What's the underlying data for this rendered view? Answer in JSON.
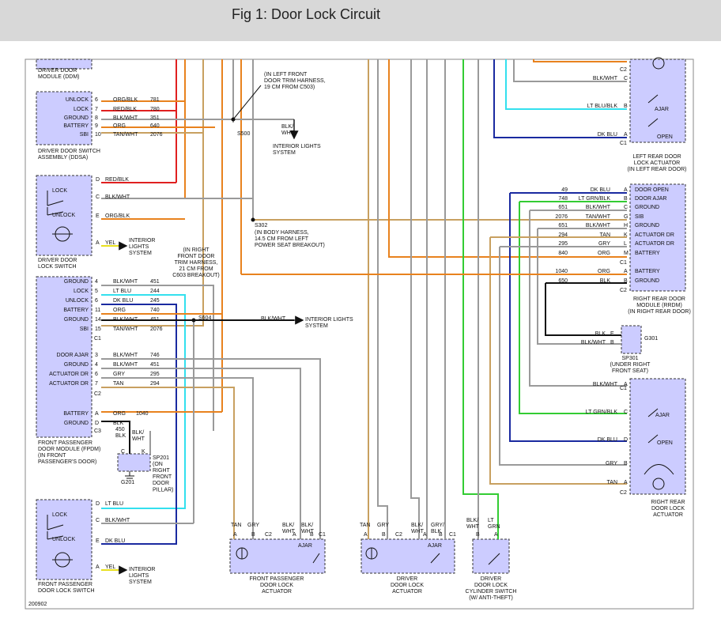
{
  "header": {
    "title": "Fig 1: Door Lock Circuit"
  },
  "footer": {
    "code": "200902"
  },
  "colors": {
    "background": "#ffffff",
    "header_bg": "#d8d8d8",
    "component_fill": "#ccccff",
    "wire_orange": "#e8821e",
    "wire_red": "#e02020",
    "wire_tan": "#c8a060",
    "wire_ltblue": "#33e0ee",
    "wire_dkblue": "#1a2aa0",
    "wire_ltgreen": "#33cc33",
    "wire_black": "#111111",
    "wire_gray": "#9a9a9a",
    "wire_yellow": "#e8e020"
  },
  "ddm": {
    "title": "DRIVER DOOR\nMODULE (DDM)"
  },
  "ddsa": {
    "title": "DRIVER DOOR SWITCH\nASSEMBLY (DDSA)",
    "pins": [
      {
        "name": "UNLOCK",
        "pin": "6",
        "color": "ORG/BLK",
        "circuit": "781"
      },
      {
        "name": "LOCK",
        "pin": "7",
        "color": "RED/BLK",
        "circuit": "780"
      },
      {
        "name": "GROUND",
        "pin": "8",
        "color": "BLK/WHT",
        "circuit": "351"
      },
      {
        "name": "BATTERY",
        "pin": "9",
        "color": "ORG",
        "circuit": "640"
      },
      {
        "name": "SBI",
        "pin": "10",
        "color": "TAN/WHT",
        "circuit": "2076"
      }
    ]
  },
  "dls": {
    "title": "DRIVER DOOR\nLOCK SWITCH",
    "labels": [
      "LOCK",
      "UNLOCK"
    ],
    "pins": [
      {
        "pin": "D",
        "color": "RED/BLK"
      },
      {
        "pin": "C",
        "color": "BLK/WHT"
      },
      {
        "pin": "E",
        "color": "ORG/BLK"
      },
      {
        "pin": "A",
        "color": "YEL"
      }
    ],
    "interior": "INTERIOR\nLIGHTS\nSYSTEM"
  },
  "splices": {
    "s500": {
      "label": "S500",
      "note": "(IN LEFT FRONT\nDOOR TRIM HARNESS,\n19 CM FROM C503)"
    },
    "s302": {
      "label": "S302",
      "note": "(IN BODY HARNESS,\n14.5 CM FROM LEFT\nPOWER SEAT BREAKOUT)"
    },
    "s604": {
      "label": "S604",
      "note": "(IN RIGHT\nFRONT DOOR\nTRIM HARNESS,\n21 CM FROM\nC603 BREAKOUT)"
    },
    "top_interior": {
      "wire": "BLK/\nWHT",
      "label": "INTERIOR LIGHTS\nSYSTEM"
    },
    "mid_interior": {
      "wire": "BLK/WHT",
      "label": "INTERIOR LIGHTS\nSYSTEM"
    }
  },
  "fpdm": {
    "title": "FRONT PASSENGER\nDOOR MODULE (FPDM)\n(IN FRONT\nPASSENGER'S DOOR)",
    "c1": [
      {
        "name": "GROUND",
        "pin": "4",
        "color": "BLK/WHT",
        "circuit": "451"
      },
      {
        "name": "LOCK",
        "pin": "5",
        "color": "LT BLU",
        "circuit": "244"
      },
      {
        "name": "UNLOCK",
        "pin": "6",
        "color": "DK BLU",
        "circuit": "245"
      },
      {
        "name": "BATTERY",
        "pin": "11",
        "color": "ORG",
        "circuit": "740"
      },
      {
        "name": "GROUND",
        "pin": "14",
        "color": "BLK/WHT",
        "circuit": "451"
      },
      {
        "name": "SBI",
        "pin": "15",
        "color": "TAN/WHT",
        "circuit": "2076"
      }
    ],
    "c1_label": "C1",
    "c2": [
      {
        "name": "DOOR AJAR",
        "pin": "3",
        "color": "BLK/WHT",
        "circuit": "746"
      },
      {
        "name": "GROUND",
        "pin": "4",
        "color": "BLK/WHT",
        "circuit": "451"
      },
      {
        "name": "ACTUATOR DR",
        "pin": "6",
        "color": "GRY",
        "circuit": "295"
      },
      {
        "name": "ACTUATOR DR",
        "pin": "7",
        "color": "TAN",
        "circuit": "294"
      }
    ],
    "c2_label": "C2",
    "c3": [
      {
        "name": "BATTERY",
        "pin": "A",
        "color": "ORG",
        "circuit": "1040"
      },
      {
        "name": "GROUND",
        "pin": "D",
        "color": "BLK",
        "circuit": ""
      }
    ],
    "c3_label": "C3",
    "c3_wires": {
      "w450": "450\nBLK",
      "wblkwht": "BLK/\nWHT"
    }
  },
  "sp201": {
    "label": "SP201\n(ON\nRIGHT\nFRONT\nDOOR\nPILLAR)",
    "pins": [
      "C",
      "K"
    ],
    "ground": "G201"
  },
  "fpls": {
    "title": "FRONT PASSENGER\nDOOR LOCK SWITCH",
    "labels": [
      "LOCK",
      "UNLOCK"
    ],
    "pins": [
      {
        "pin": "D",
        "color": "LT BLU"
      },
      {
        "pin": "C",
        "color": "BLK/WHT"
      },
      {
        "pin": "E",
        "color": "DK BLU"
      },
      {
        "pin": "A",
        "color": "YEL"
      }
    ],
    "interior": "INTERIOR\nLIGHTS\nSYSTEM"
  },
  "fpla": {
    "title": "FRONT PASSENGER\nDOOR LOCK\nACTUATOR",
    "wires": [
      "TAN",
      "GRY",
      "BLK/\nWHT",
      "BLK/\nWHT"
    ],
    "pins": [
      "A",
      "B",
      "C2",
      "A",
      "B",
      "C1"
    ],
    "ajar": "AJAR"
  },
  "dla": {
    "title": "DRIVER\nDOOR LOCK\nACTUATOR",
    "wires": [
      "TAN",
      "GRY",
      "BLK/\nWHT",
      "GRY/\nBLK"
    ],
    "pins": [
      "A",
      "B",
      "C2",
      "A",
      "B",
      "C1"
    ],
    "ajar": "AJAR"
  },
  "dlcs": {
    "title": "DRIVER\nDOOR LOCK\nCYLINDER SWITCH\n(W/ ANTI-THEFT)",
    "wires": [
      "BLK/\nWHT",
      "LT\nGRN"
    ],
    "pins": [
      "B",
      "A"
    ]
  },
  "lrla": {
    "title": "LEFT REAR DOOR\nLOCK ACTUATOR\n(IN LEFT REAR DOOR)",
    "rows": [
      {
        "color": "BLK/WHT",
        "pin": "C"
      },
      {
        "color": "LT BLU/BLK",
        "pin": "B"
      },
      {
        "color": "DK BLU",
        "pin": "A"
      }
    ],
    "c2": "C2",
    "c1": "C1",
    "labels": [
      "AJAR",
      "OPEN"
    ]
  },
  "rrdm": {
    "title": "RIGHT REAR DOOR\nMODULE (RRDM)\n(IN RIGHT REAR DOOR)",
    "c1": [
      {
        "circuit": "49",
        "color": "DK BLU",
        "pin": "A",
        "name": "DOOR OPEN"
      },
      {
        "circuit": "748",
        "color": "LT GRN/BLK",
        "pin": "B",
        "name": "DOOR AJAR"
      },
      {
        "circuit": "651",
        "color": "BLK/WHT",
        "pin": "C",
        "name": "GROUND"
      },
      {
        "circuit": "2076",
        "color": "TAN/WHT",
        "pin": "G",
        "name": "SIB"
      },
      {
        "circuit": "651",
        "color": "BLK/WHT",
        "pin": "H",
        "name": "GROUND"
      },
      {
        "circuit": "294",
        "color": "TAN",
        "pin": "K",
        "name": "ACTUATOR DR"
      },
      {
        "circuit": "295",
        "color": "GRY",
        "pin": "L",
        "name": "ACTUATOR DR"
      },
      {
        "circuit": "840",
        "color": "ORG",
        "pin": "M",
        "name": "BATTERY"
      }
    ],
    "c1_label": "C1",
    "c2": [
      {
        "circuit": "1040",
        "color": "ORG",
        "pin": "A",
        "name": "BATTERY"
      },
      {
        "circuit": "650",
        "color": "BLK",
        "pin": "B",
        "name": "GROUND"
      }
    ],
    "c2_label": "C2"
  },
  "sp301": {
    "label": "SP301\n(UNDER RIGHT\nFRONT SEAT)",
    "rows": [
      {
        "color": "BLK",
        "pin": "E"
      },
      {
        "color": "BLK/WHT",
        "pin": "B"
      }
    ],
    "ground": "G301"
  },
  "rrla": {
    "title": "RIGHT REAR\nDOOR LOCK\nACTUATOR",
    "rows": [
      {
        "color": "BLK/WHT",
        "pin": "A"
      },
      {
        "color": "LT GRN/BLK",
        "pin": "C"
      },
      {
        "color": "DK BLU",
        "pin": "D"
      },
      {
        "color": "GRY",
        "pin": "B"
      },
      {
        "color": "TAN",
        "pin": "A"
      }
    ],
    "c1": "C1",
    "c2": "C2",
    "labels": [
      "AJAR",
      "OPEN"
    ]
  }
}
